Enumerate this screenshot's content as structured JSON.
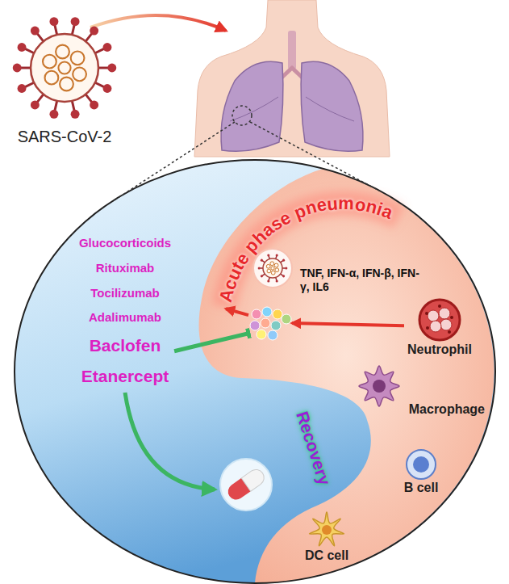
{
  "diagram": {
    "nodes": [
      {
        "text": [
          "SARS-CoV-2"
        ]
      },
      {
        "text": [
          "Glucocorticoids",
          "Rituximab",
          "Tocilizumab",
          "Adalimumab",
          "Baclofen",
          "Etanercept"
        ]
      },
      {
        "text": [
          "Acute phase pneumonia"
        ]
      },
      {
        "text": [
          "TNF, IFN-α, IFN-β, IFN-γ, IL6"
        ]
      },
      {
        "text": [
          "Neutrophil"
        ]
      },
      {
        "text": [
          "Macrophage"
        ]
      },
      {
        "text": [
          "B cell"
        ]
      },
      {
        "text": [
          "DC cell"
        ]
      },
      {
        "text": [
          "Recovery"
        ]
      }
    ],
    "edges": [
      {
        "from": 1,
        "to": 3,
        "arrow": "to"
      },
      {
        "from": 3,
        "to": 2,
        "arrow": "to"
      },
      {
        "from": 4,
        "to": 3,
        "arrow": "to"
      }
    ]
  }
}
